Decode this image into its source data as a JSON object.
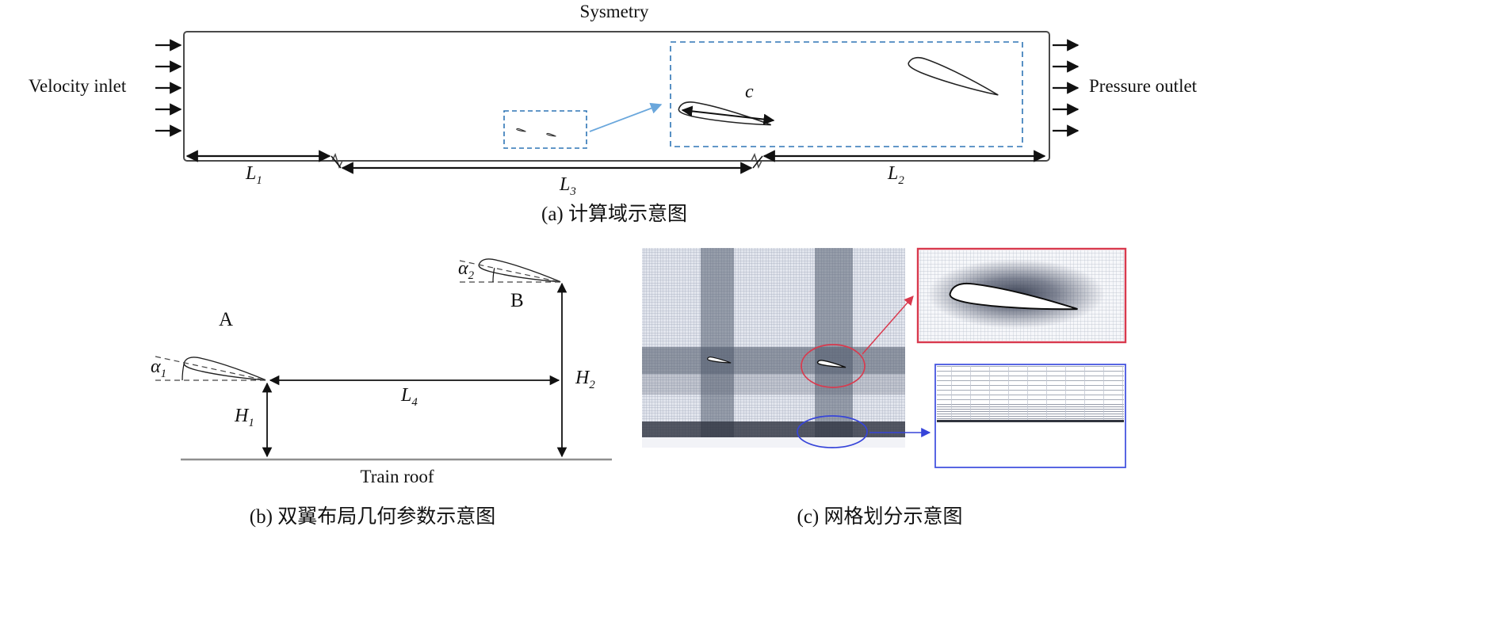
{
  "panel_a": {
    "symmetry": "Sysmetry",
    "velocity_inlet": "Velocity inlet",
    "pressure_outlet": "Pressure outlet",
    "chord": "c",
    "l1": {
      "base": "L",
      "sub": "1"
    },
    "l3": {
      "base": "L",
      "sub": "3"
    },
    "l2": {
      "base": "L",
      "sub": "2"
    },
    "caption": "(a) 计算域示意图"
  },
  "panel_b": {
    "wing_a": "A",
    "wing_b": "B",
    "alpha1": {
      "base": "α",
      "sub": "1"
    },
    "alpha2": {
      "base": "α",
      "sub": "2"
    },
    "h1": {
      "base": "H",
      "sub": "1"
    },
    "h2": {
      "base": "H",
      "sub": "2"
    },
    "l4": {
      "base": "L",
      "sub": "4"
    },
    "train_roof": "Train roof",
    "caption": "(b) 双翼布局几何参数示意图"
  },
  "panel_c": {
    "caption": "(c) 网格划分示意图"
  },
  "colors": {
    "domain_border": "#4a4a4a",
    "dashed_box_blue": "#2e75b6",
    "callout_light_blue": "#6aa7dc",
    "arrow_black": "#111111",
    "highlight_red": "#d93a4e",
    "highlight_blue": "#3644d9",
    "train_roof_gray": "#8f8f8f",
    "mesh_dark_band": "#4a5366"
  }
}
